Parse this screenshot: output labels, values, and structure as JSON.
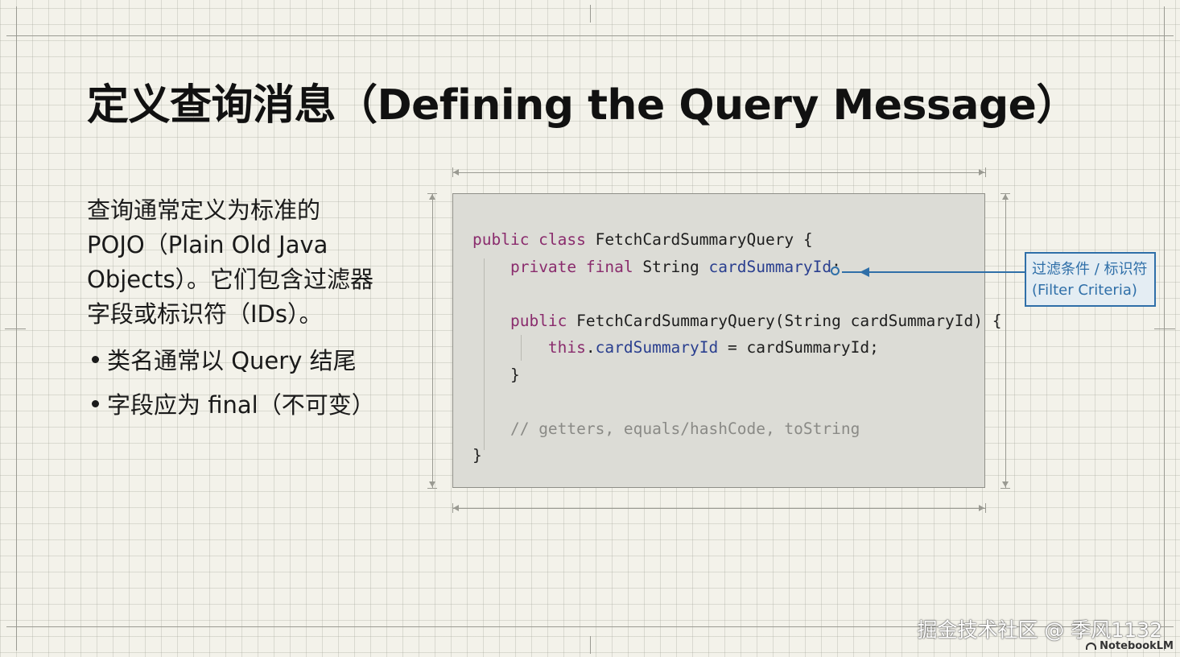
{
  "slide": {
    "title": "定义查询消息（Defining the Query Message）",
    "description": "查询通常定义为标准的 POJO（Plain Old Java Objects）。它们包含过滤器字段或标识符（IDs）。",
    "bullets": [
      "类名通常以 Query 结尾",
      "字段应为 final（不可变）"
    ]
  },
  "code": {
    "l1_kw": "public class",
    "l1_rest": " FetchCardSummaryQuery {",
    "l2_kw": "private final",
    "l2_type": " String ",
    "l2_field": "cardSummaryId",
    "l2_end": ";",
    "l4_kw": "public",
    "l4_rest": " FetchCardSummaryQuery(String cardSummaryId) {",
    "l5_kw": "this",
    "l5_dot": ".",
    "l5_field": "cardSummaryId",
    "l5_rest": " = cardSummaryId;",
    "l6": "}",
    "l8_comment": "// getters, equals/hashCode, toString",
    "l9": "}"
  },
  "callout": {
    "line1": "过滤条件 / 标识符",
    "line2": "(Filter Criteria)",
    "color": "#2f6fa8"
  },
  "watermark": {
    "text": "掘金技术社区 @ 季风1132",
    "brand": "NotebookLM"
  }
}
